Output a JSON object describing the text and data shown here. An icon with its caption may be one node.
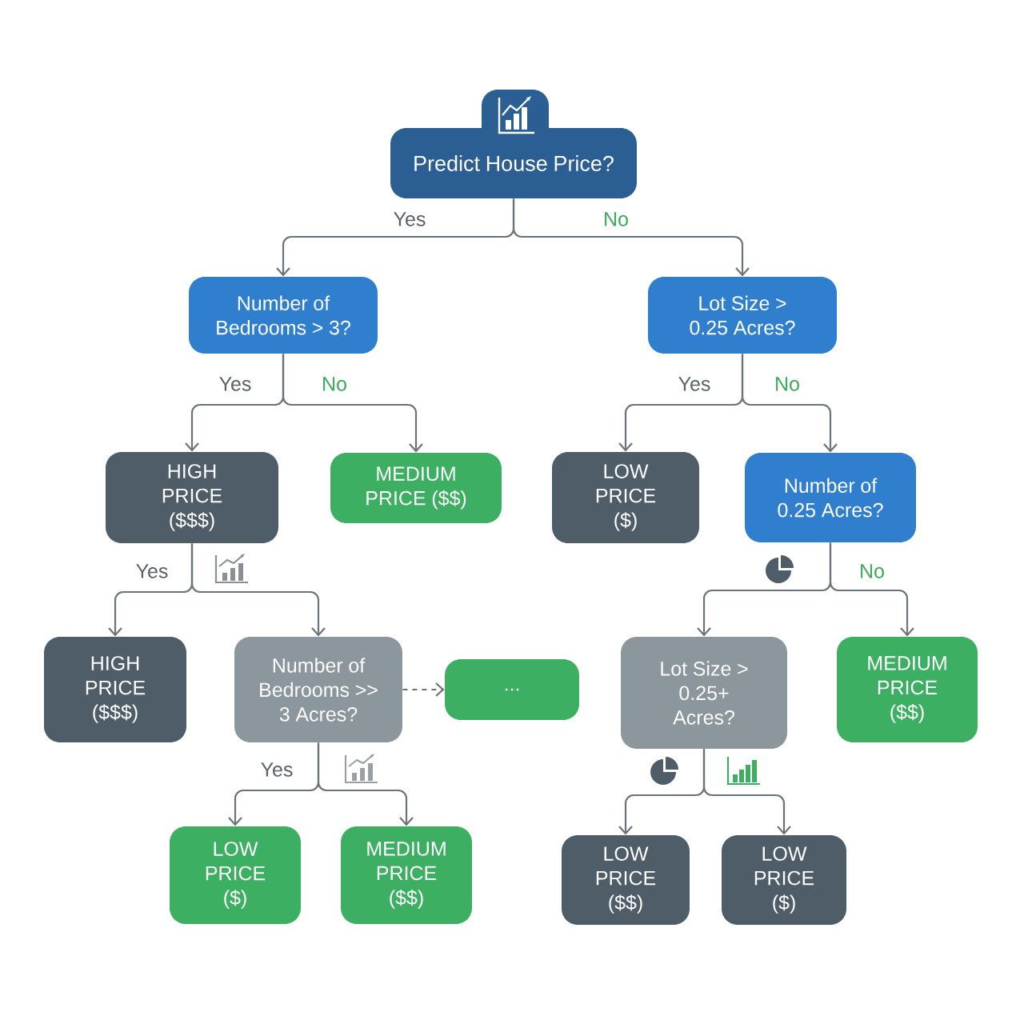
{
  "diagram": {
    "nodes": [
      {
        "text": [
          "Predict House Price?"
        ]
      },
      {
        "text": [
          "Number of Bedrooms > 3?"
        ]
      },
      {
        "text": [
          "Lot Size > 0.25 Acres?"
        ]
      },
      {
        "text": [
          "HIGH PRICE ($$$)"
        ]
      },
      {
        "text": [
          "MEDIUM PRICE ($$)"
        ]
      },
      {
        "text": [
          "LOW PRICE ($)"
        ]
      },
      {
        "text": [
          "Number of 0.25 Acres?"
        ]
      },
      {
        "text": [
          "HIGH PRICE ($$$)"
        ]
      },
      {
        "text": [
          "Number of Bedrooms >> 3 Acres?"
        ]
      },
      {
        "text": [
          "..."
        ]
      },
      {
        "text": [
          "Lot Size > 0.25+ Acres?"
        ]
      },
      {
        "text": [
          "MEDIUM PRICE ($$)"
        ]
      },
      {
        "text": [
          "LOW PRICE ($)"
        ]
      },
      {
        "text": [
          "MEDIUM PRICE ($$)"
        ]
      },
      {
        "text": [
          "LOW PRICE ($$)"
        ]
      },
      {
        "text": [
          "LOW PRICE ($)"
        ]
      }
    ],
    "edges": [
      {
        "from": 0,
        "to": 1,
        "arrow": "to",
        "label": "Yes"
      },
      {
        "from": 0,
        "to": 2,
        "arrow": "to",
        "label": "No"
      },
      {
        "from": 1,
        "to": 3,
        "arrow": "to",
        "label": "Yes"
      },
      {
        "from": 1,
        "to": 4,
        "arrow": "to",
        "label": "No"
      },
      {
        "from": 2,
        "to": 5,
        "arrow": "to",
        "label": "Yes"
      },
      {
        "from": 2,
        "to": 6,
        "arrow": "to",
        "label": "No"
      },
      {
        "from": 3,
        "to": 7,
        "arrow": "to",
        "label": "Yes"
      },
      {
        "from": 3,
        "to": 8,
        "arrow": "to"
      },
      {
        "from": 8,
        "to": 9,
        "arrow": "to",
        "style": "dashed"
      },
      {
        "from": 6,
        "to": 10,
        "arrow": "to"
      },
      {
        "from": 6,
        "to": 11,
        "arrow": "to",
        "label": "No"
      },
      {
        "from": 8,
        "to": 12,
        "arrow": "to",
        "label": "Yes"
      },
      {
        "from": 8,
        "to": 13,
        "arrow": "to"
      },
      {
        "from": 10,
        "to": 14,
        "arrow": "to"
      },
      {
        "from": 10,
        "to": 15,
        "arrow": "to"
      }
    ]
  }
}
